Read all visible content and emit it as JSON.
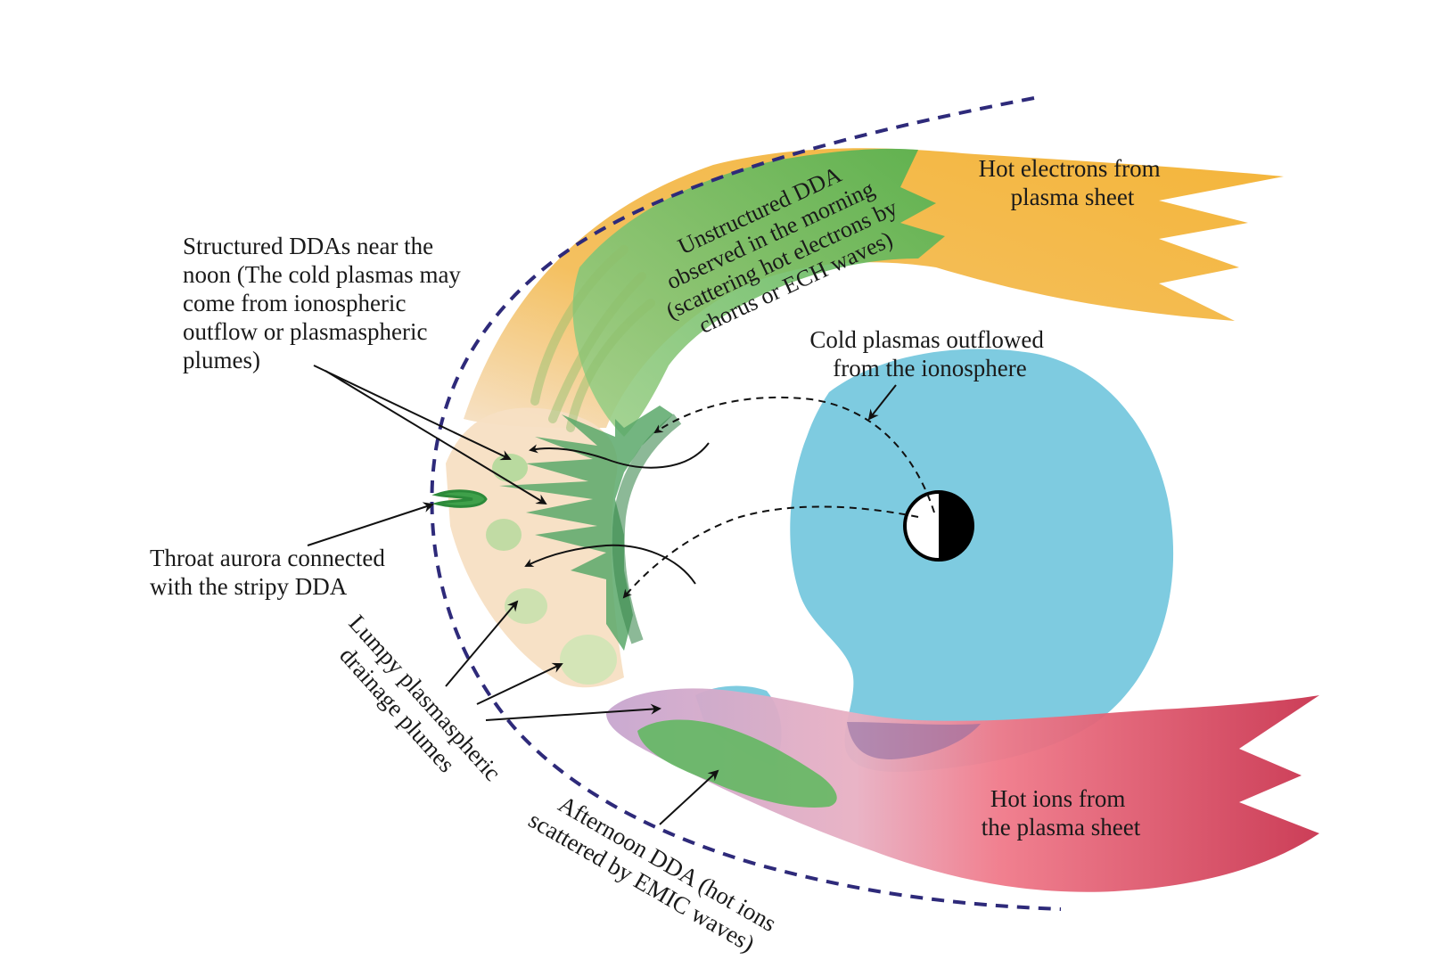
{
  "colors": {
    "hot_electrons": "#f4b942",
    "hot_ions": "#e8485f",
    "cold_plasma": "#7ecbe0",
    "dda_green": "#5cb85c",
    "magnetopause": "#2e2a7a"
  },
  "labels": {
    "hot_electrons": [
      "Hot electrons from",
      "plasma sheet"
    ],
    "unstructured_dda": [
      "Unstructured DDA",
      "observed in the morning",
      "(scattering hot electrons by",
      "chorus or ECH waves)"
    ],
    "structured_ddas": [
      "Structured DDAs near the",
      "noon (The cold plasmas may",
      "come from ionospheric",
      "outflow or plasmaspheric",
      "plumes)"
    ],
    "cold_plasmas": [
      "Cold plasmas outflowed",
      "from the ionosphere"
    ],
    "throat_aurora": [
      "Throat aurora connected",
      "with the stripy DDA"
    ],
    "lumpy_plumes": [
      "Lumpy plasmaspheric",
      "drainage plumes"
    ],
    "afternoon_dda": [
      "Afternoon DDA (hot ions",
      "scattered by EMIC waves)"
    ],
    "hot_ions": [
      "Hot ions from",
      "the plasma sheet"
    ]
  }
}
